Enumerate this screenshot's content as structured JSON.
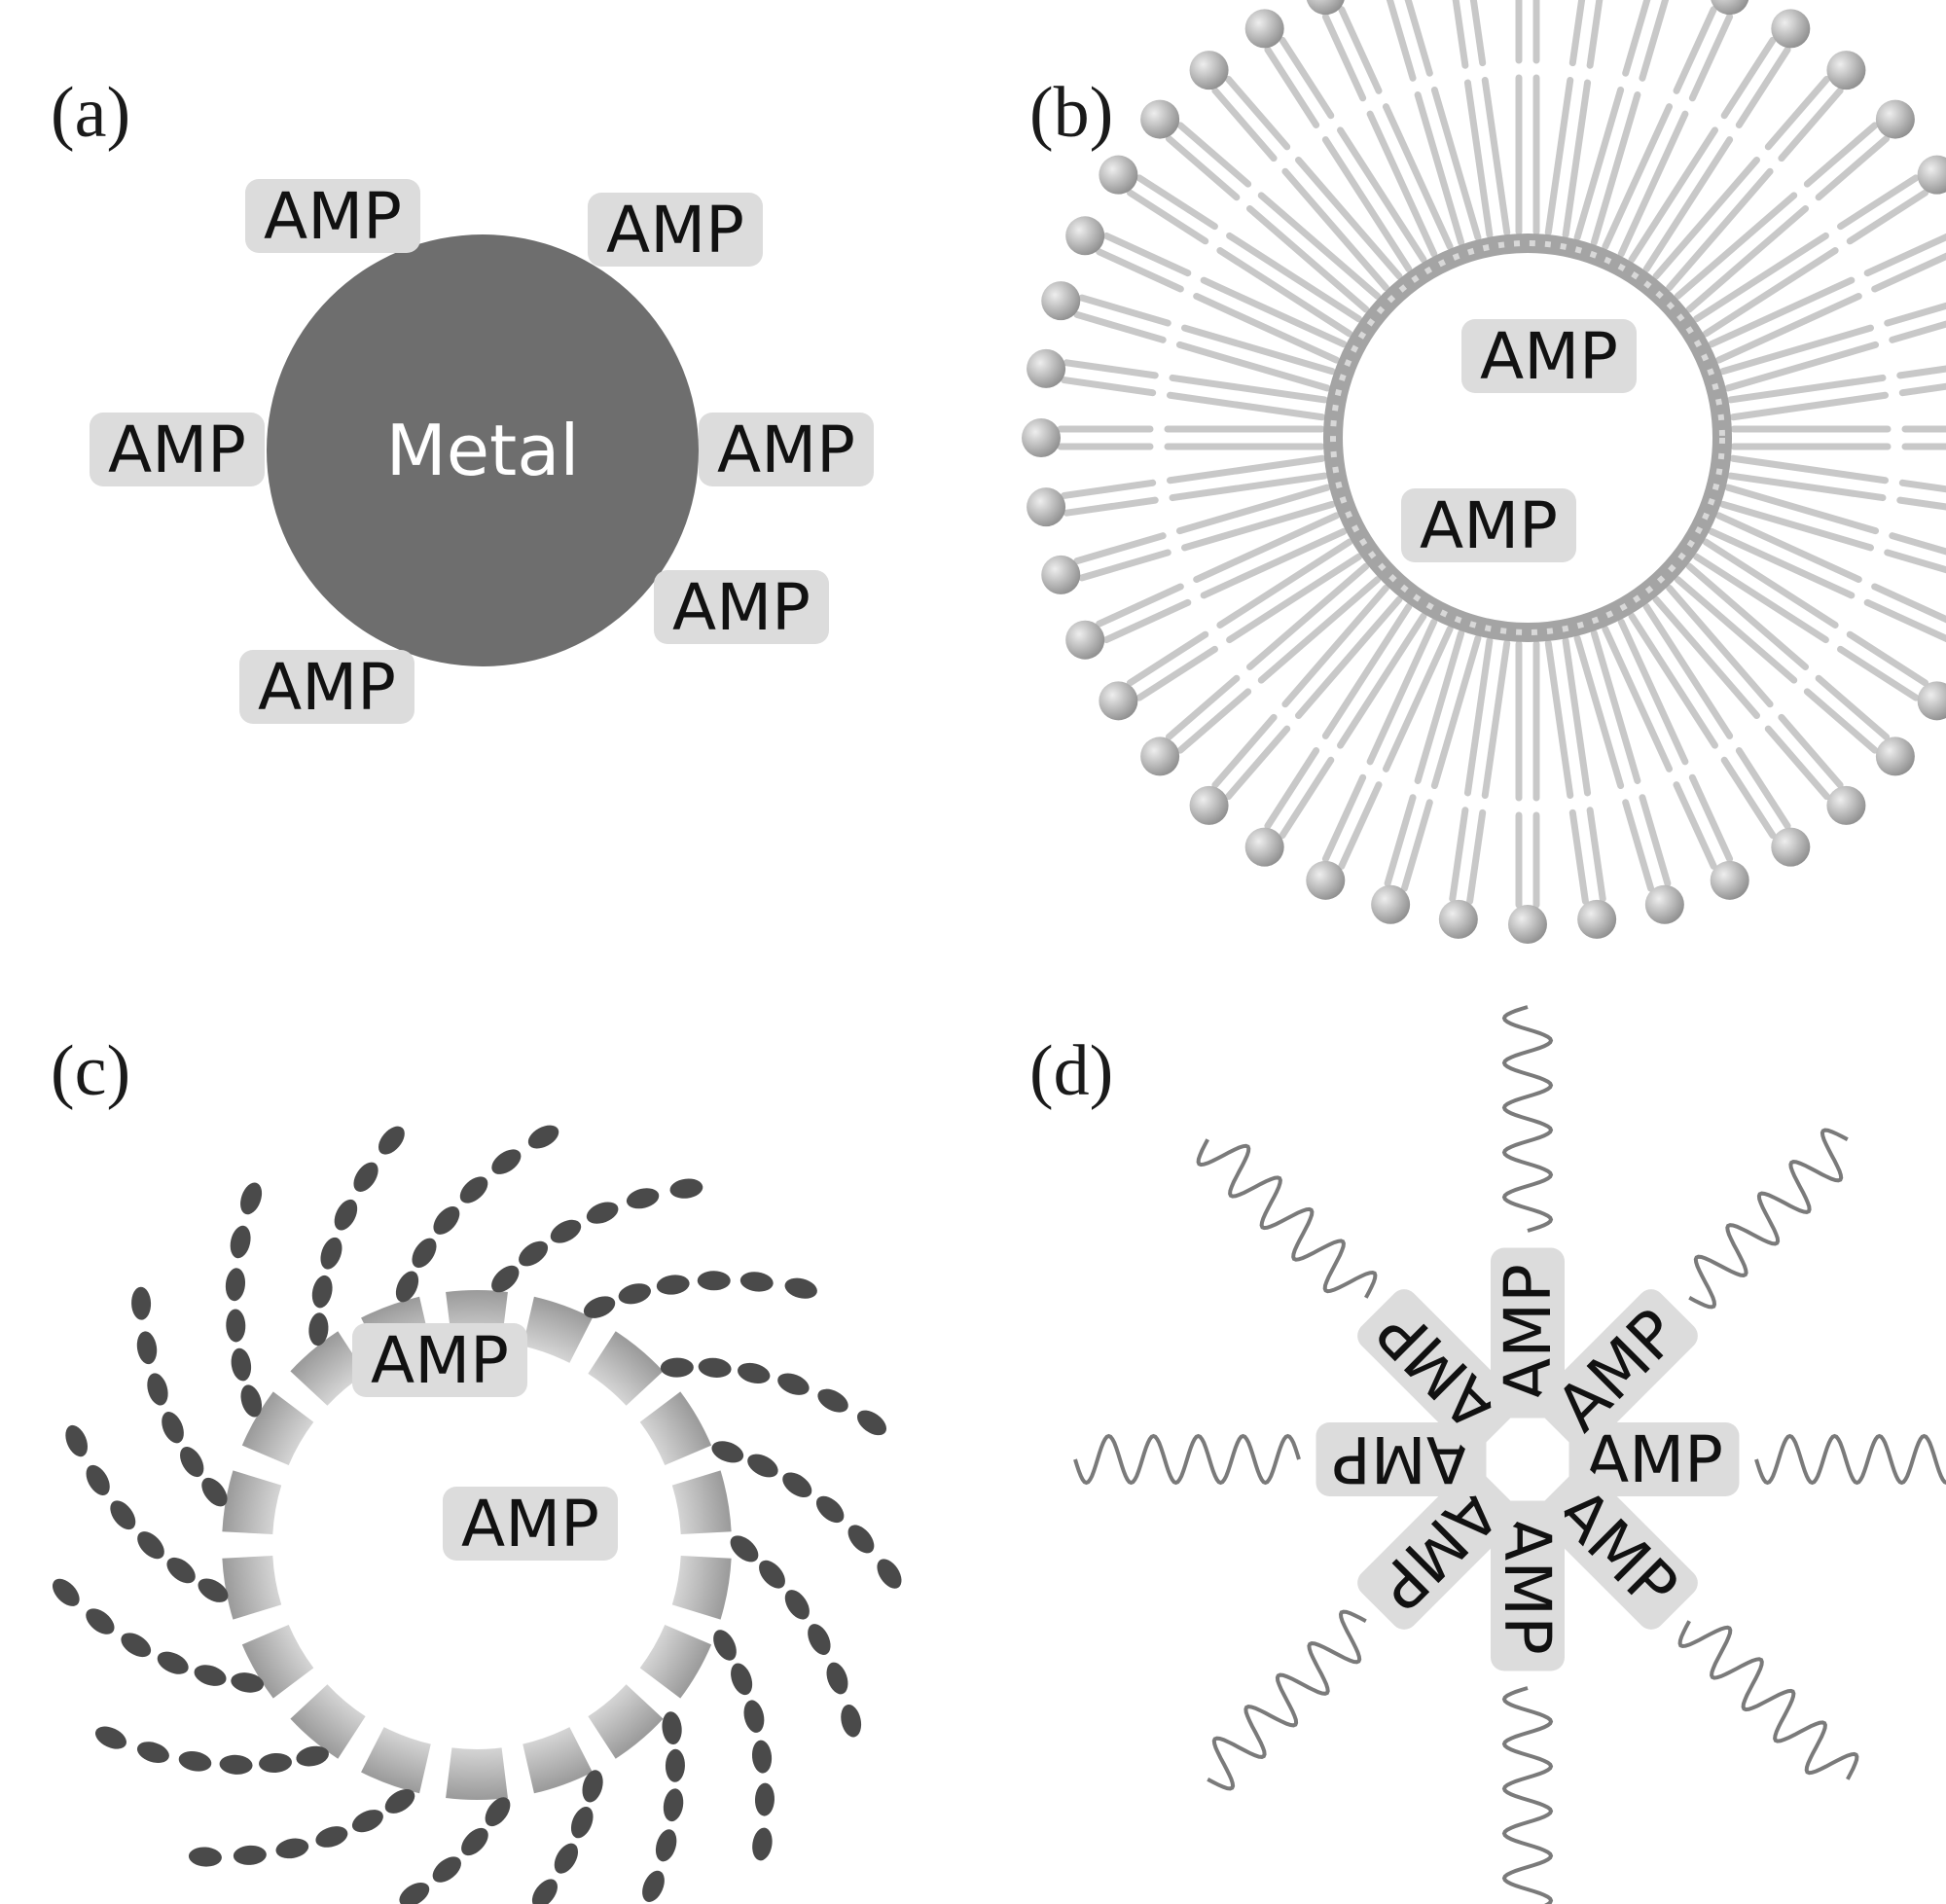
{
  "figure": {
    "panels": [
      {
        "id": "a",
        "label": "(a)",
        "core_label": "Metal",
        "amp_labels": [
          "AMP",
          "AMP",
          "AMP",
          "AMP",
          "AMP",
          "AMP"
        ]
      },
      {
        "id": "b",
        "label": "(b)",
        "amp_labels": [
          "AMP",
          "AMP"
        ]
      },
      {
        "id": "c",
        "label": "(c)",
        "amp_labels": [
          "AMP",
          "AMP"
        ]
      },
      {
        "id": "d",
        "label": "(d)",
        "amp_labels": [
          "AMP",
          "AMP",
          "AMP",
          "AMP",
          "AMP",
          "AMP",
          "AMP",
          "AMP"
        ]
      }
    ],
    "colors": {
      "metal_core": "#6e6e6e",
      "amp_badge": "#dcdcdc",
      "lipid": "#c8c8c8",
      "lipid_head": "#a9a9a9",
      "polymer_bead": "#4a4a4a",
      "block_light": "#d9d9d9",
      "block_dark": "#a3a3a3",
      "spring": "#7a7a7a"
    }
  }
}
